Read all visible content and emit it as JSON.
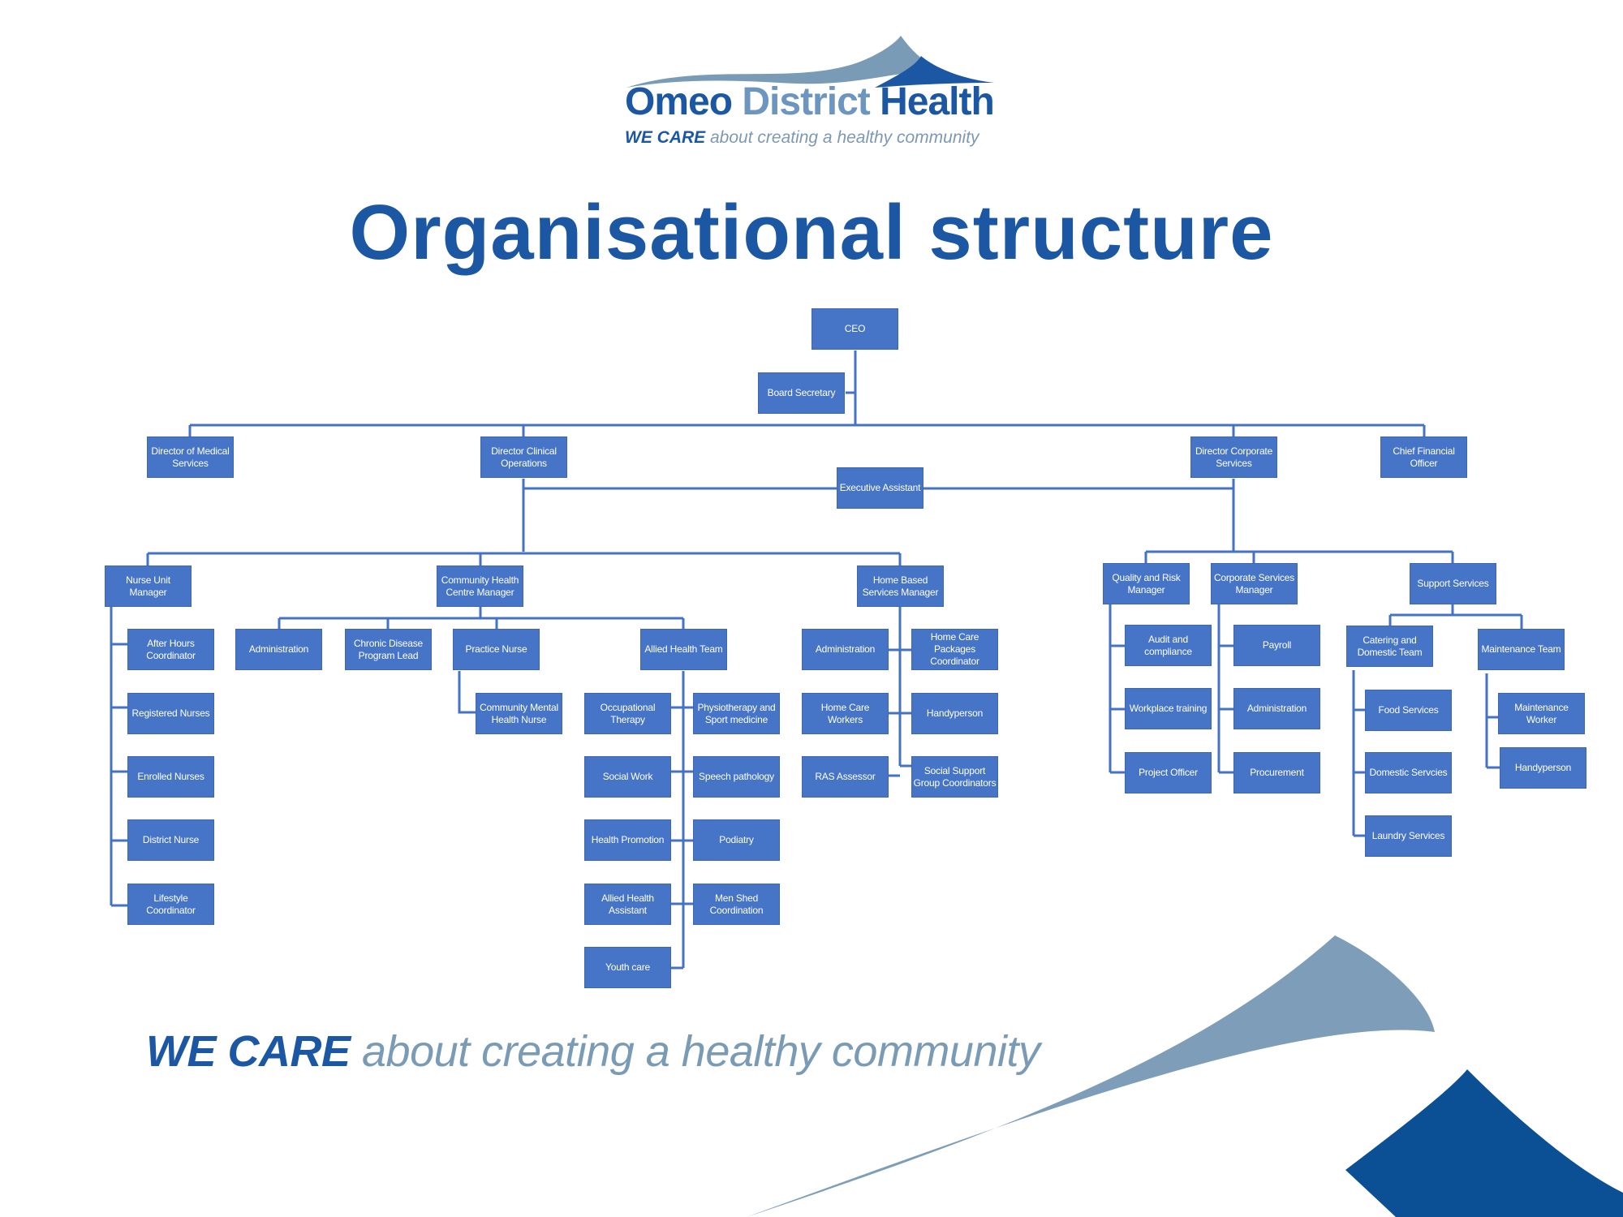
{
  "logo": {
    "word1": "Omeo",
    "word2": "District",
    "word3": "Health",
    "tag_strong": "WE CARE",
    "tag_rest": " about creating a healthy community"
  },
  "title": "Organisational structure",
  "footer": {
    "strong": "WE CARE",
    "rest": " about creating a healthy community"
  },
  "colors": {
    "brand_dark": "#1c57a3",
    "brand_light": "#7a9bb6",
    "box_fill": "#4674c6",
    "connector": "#4472c4",
    "box_text": "#ffffff"
  },
  "org": {
    "ceo": "CEO",
    "board_secretary": "Board Secretary",
    "director_medical": "Director of Medical Services",
    "director_clinical": "Director Clinical Operations",
    "director_corporate": "Director Corporate Services",
    "cfo": "Chief Financial Officer",
    "executive_assistant": "Executive Assistant",
    "nurse_unit_manager": "Nurse Unit Manager",
    "nurse_team": [
      "After Hours Coordinator",
      "Registered Nurses",
      "Enrolled Nurses",
      "District Nurse",
      "Lifestyle Coordinator"
    ],
    "community_health_manager": "Community Health Centre Manager",
    "chc_administration": "Administration",
    "chronic_disease_lead": "Chronic Disease Program Lead",
    "practice_nurse": "Practice Nurse",
    "community_mental_health_nurse": "Community Mental Health Nurse",
    "allied_health_team": "Allied Health Team",
    "allied_left": [
      "Occupational Therapy",
      "Social Work",
      "Health Promotion",
      "Allied Health Assistant",
      "Youth care"
    ],
    "allied_right": [
      "Physiotherapy and Sport medicine",
      "Speech pathology",
      "Podiatry",
      "Men Shed Coordination"
    ],
    "home_based_manager": "Home Based Services Manager",
    "home_left": [
      "Administration",
      "Home Care Workers",
      "RAS Assessor"
    ],
    "home_right": [
      "Home Care Packages Coordinator",
      "Handyperson",
      "Social Support Group Coordinators"
    ],
    "quality_risk_manager": "Quality and Risk Manager",
    "quality_team": [
      "Audit and compliance",
      "Workplace training",
      "Project Officer"
    ],
    "corporate_services_manager": "Corporate Services Manager",
    "corporate_team": [
      "Payroll",
      "Administration",
      "Procurement"
    ],
    "support_services": "Support Services",
    "catering_domestic": "Catering and Domestic Team",
    "catering_team": [
      "Food Services",
      "Domestic Servcies",
      "Laundry Services"
    ],
    "maintenance_team": "Maintenance Team",
    "maintenance_members": [
      "Maintenance Worker",
      "Handyperson"
    ]
  }
}
